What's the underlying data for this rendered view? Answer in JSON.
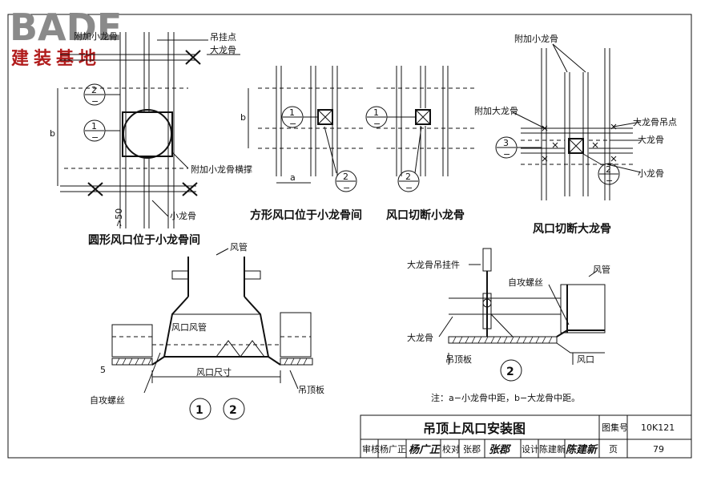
{
  "logo": {
    "latin": "BADE",
    "chinese": "建装基地"
  },
  "figures": {
    "round": {
      "caption": "圆形风口位于小龙骨间",
      "labels": {
        "extra_small_joist": "附加小龙骨",
        "hanger_point": "吊挂点",
        "main_joist": "大龙骨",
        "brace": "附加小龙骨横撑",
        "small_joist": "小龙骨",
        "dim_b": "b",
        "dim_50": ">50"
      },
      "markers": [
        {
          "num": "2",
          "sub": "−"
        },
        {
          "num": "1",
          "sub": "−"
        }
      ]
    },
    "square": {
      "caption": "方形风口位于小龙骨间",
      "labels": {
        "dim_a": "a",
        "dim_b": "b"
      },
      "markers": [
        {
          "num": "1",
          "sub": "−"
        },
        {
          "num": "2",
          "sub": "−"
        }
      ]
    },
    "cut_small": {
      "caption": "风口切断小龙骨",
      "markers": [
        {
          "num": "1",
          "sub": "−"
        },
        {
          "num": "2",
          "sub": "−"
        }
      ]
    },
    "cut_main": {
      "caption": "风口切断大龙骨",
      "labels": {
        "extra_small_joist": "附加小龙骨",
        "extra_main_joist": "附加大龙骨",
        "main_hanger_point": "大龙骨吊点",
        "main_joist": "大龙骨",
        "small_joist": "小龙骨"
      },
      "markers": [
        {
          "num": "3",
          "sub": "−"
        },
        {
          "num": "2",
          "sub": "−"
        }
      ]
    },
    "section12": {
      "labels": {
        "duct": "风管",
        "vent_duct": "风口风管",
        "vent_size": "风口尺寸",
        "screw": "自攻螺丝",
        "ceiling_board": "吊顶板",
        "dim_5": "5"
      },
      "section_marks": [
        "1",
        "2"
      ]
    },
    "section2": {
      "labels": {
        "main_hanger": "大龙骨吊挂件",
        "duct": "风管",
        "screw": "自攻螺丝",
        "main_joist": "大龙骨",
        "ceiling_board": "吊顶板",
        "vent": "风口"
      },
      "section_mark": "2"
    }
  },
  "note": "注：a−小龙骨中距，b−大龙骨中距。",
  "title_block": {
    "title": "吊顶上风口安装图",
    "atlas_label": "图集号",
    "atlas_no": "10K121",
    "review_label": "审核",
    "review_name": "杨广正",
    "review_sig": "杨广正",
    "check_label": "校对",
    "check_name": "张郡",
    "check_sig": "张郡",
    "design_label": "设计",
    "design_name": "陈建新",
    "design_sig": "陈建新",
    "page_label": "页",
    "page_no": "79"
  }
}
